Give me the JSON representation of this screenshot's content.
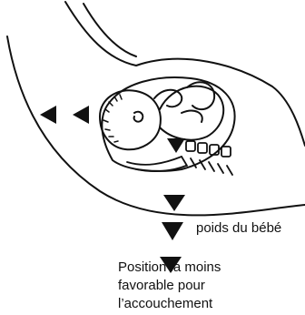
{
  "diagram": {
    "annotation_label": "poids du bébé",
    "caption_lines": [
      "Position la moins",
      "favorable pour",
      "l’accouchement"
    ]
  },
  "colors": {
    "ink": "#111111",
    "background": "#ffffff"
  },
  "icons": [
    "down-arrow-icon",
    "left-arrow-icon"
  ]
}
